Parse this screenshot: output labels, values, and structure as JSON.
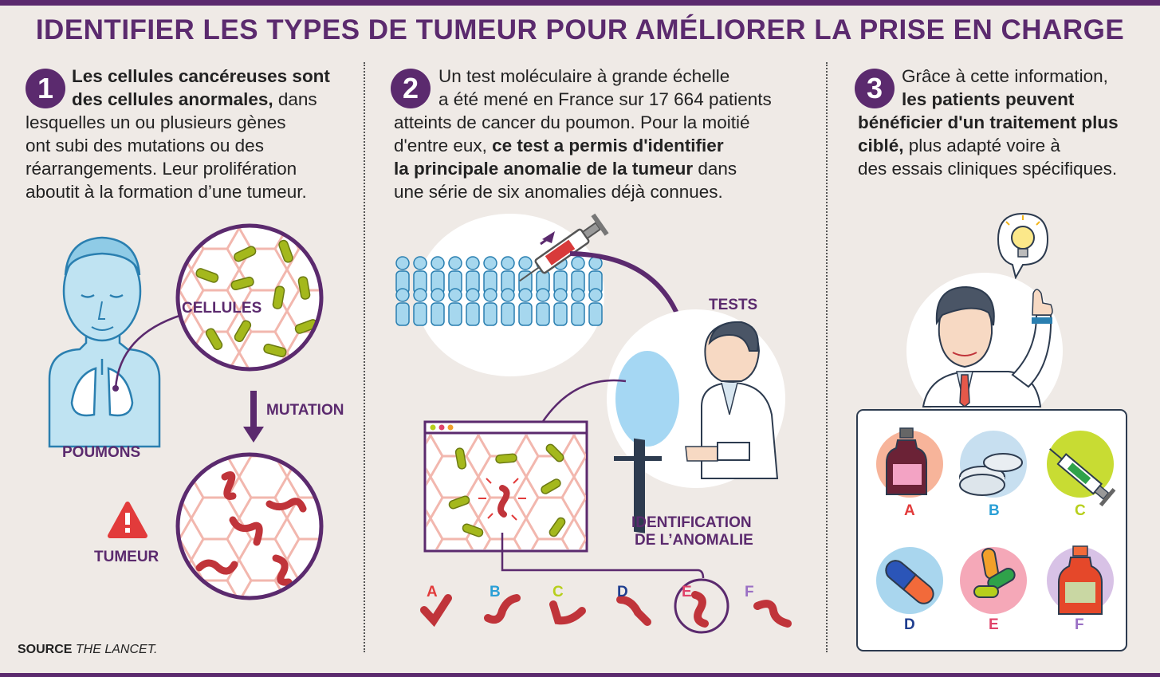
{
  "title": "IDENTIFIER LES TYPES DE TUMEUR POUR AMÉLIORER LA PRISE EN CHARGE",
  "col1": {
    "number": "1",
    "bold1": "Les cellules cancéreuses sont",
    "bold2": "des cellules anormales,",
    "line2_rest": " dans",
    "line3": "lesquelles un ou plusieurs gènes",
    "line4": "ont subi des mutations ou des",
    "line5": "réarrangements. Leur prolifération",
    "line6": "aboutit à la formation d’une tumeur.",
    "label_cellules": "CELLULES",
    "label_mutation": "MUTATION",
    "label_poumons": "POUMONS",
    "label_tumeur": "TUMEUR"
  },
  "col2": {
    "number": "2",
    "line1": "Un test moléculaire à grande échelle",
    "line2": "a été mené en France sur 17 664 patients",
    "line3": "atteints de cancer du poumon. Pour la moitié",
    "line4_start": "d'entre eux, ",
    "line4_bold": "ce test a permis d'identifier",
    "line5_bold": "la principale anomalie de la tumeur",
    "line5_rest": " dans",
    "line6": "une série de six anomalies déjà connues.",
    "label_tests": "TESTS",
    "label_ident1": "IDENTIFICATION",
    "label_ident2": "DE L’ANOMALIE",
    "letters": [
      "A",
      "B",
      "C",
      "D",
      "E",
      "F"
    ]
  },
  "col3": {
    "number": "3",
    "line1": "Grâce à cette information,",
    "line2_bold": "les patients peuvent",
    "line3_bold": "bénéficier d'un traitement plus",
    "line4_bold": "ciblé,",
    "line4_rest": " plus adapté voire à",
    "line5": "des essais cliniques spécifiques.",
    "letters": [
      "A",
      "B",
      "C",
      "D",
      "E",
      "F"
    ]
  },
  "source_bold": "SOURCE",
  "source_italic": "THE LANCET.",
  "colors": {
    "purple": "#5b2a6e",
    "red": "#e23b3b",
    "blue": "#2a9fd6",
    "green": "#b7cf1c",
    "navy": "#1f3e8f",
    "pink": "#e0436a",
    "violet": "#9a6fc4",
    "cell_green": "#a4b81c",
    "mut_red": "#c0343a"
  },
  "icons": [
    "lungs-figure",
    "syringe-icon",
    "crowd-icon",
    "doctor-icon",
    "monitor-icon",
    "bottle-icon",
    "pills-icon",
    "capsule-icon",
    "lightbulb-icon",
    "warning-icon"
  ]
}
